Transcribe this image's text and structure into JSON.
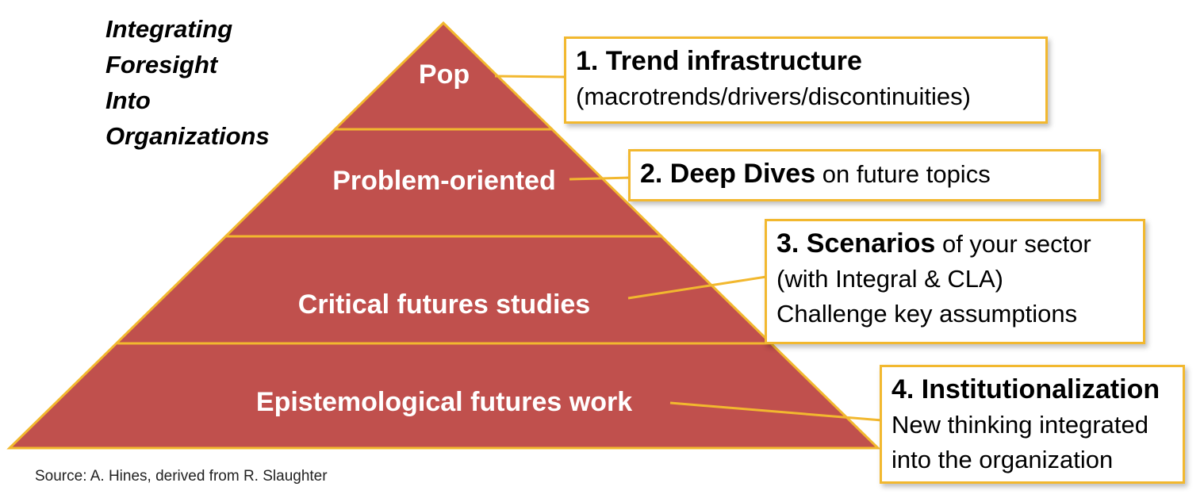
{
  "title": [
    "Integrating",
    "Foresight",
    "Into",
    "Organizations"
  ],
  "colors": {
    "pyramid_fill": "#c0504d",
    "outline": "#f2b82f",
    "text_on_fill": "#ffffff"
  },
  "levels": [
    {
      "label": "Pop"
    },
    {
      "label": "Problem-oriented"
    },
    {
      "label": "Critical futures studies"
    },
    {
      "label": "Epistemological futures work"
    }
  ],
  "callouts": [
    {
      "heading": "1. Trend infrastructure",
      "rest": "",
      "lines": [
        "(macrotrends/drivers/discontinuities)"
      ]
    },
    {
      "heading": "2. Deep Dives",
      "rest": " on future topics",
      "lines": []
    },
    {
      "heading": "3. Scenarios",
      "rest": " of your sector",
      "lines": [
        "(with Integral & CLA)",
        "Challenge key assumptions"
      ]
    },
    {
      "heading": "4. Institutionalization",
      "rest": "",
      "lines": [
        "New thinking integrated",
        "into the organization"
      ]
    }
  ],
  "source": "Source: A. Hines, derived from R. Slaughter"
}
